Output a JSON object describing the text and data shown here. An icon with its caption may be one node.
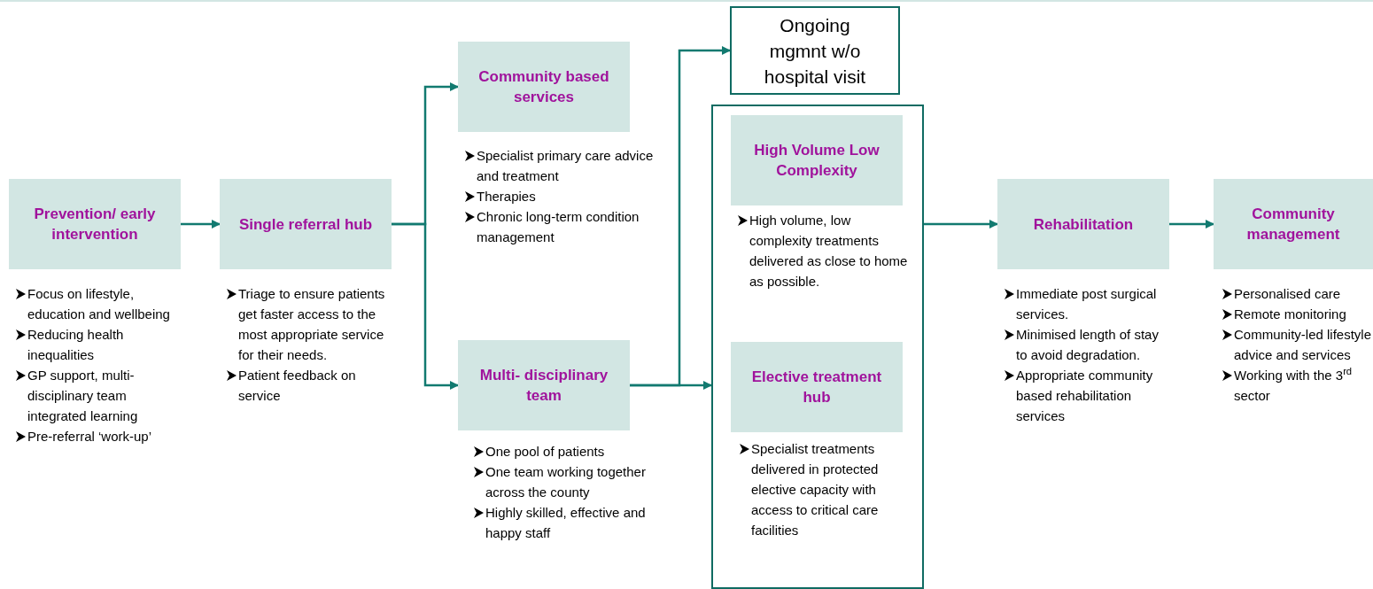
{
  "diagram": {
    "nodes": [
      {
        "text": [
          "Prevention/ early intervention"
        ],
        "beside": [
          "Focus on lifestyle, education and wellbeing",
          "Reducing health inequalities",
          "GP support, multi-disciplinary team integrated learning",
          "Pre-referral ‘work-up’"
        ]
      },
      {
        "text": [
          "Single referral hub"
        ],
        "beside": [
          "Triage to ensure patients get faster access to the most appropriate service for their needs.",
          "Patient feedback on service"
        ]
      },
      {
        "text": [
          "Community based services"
        ],
        "beside": [
          "Specialist primary care advice and treatment",
          "Therapies",
          "Chronic long-term condition management"
        ]
      },
      {
        "text": [
          "Multi- disciplinary team"
        ],
        "beside": [
          "One pool of patients",
          "One team working together across the county",
          "Highly skilled, effective and happy staff"
        ]
      },
      {
        "text": [
          "Ongoing mgmnt w/o hospital visit"
        ]
      },
      {
        "text": [],
        "shape": "box"
      },
      {
        "text": [
          "High Volume Low Complexity"
        ],
        "in": 5,
        "beside": [
          "High volume, low complexity treatments delivered as close to home as possible."
        ]
      },
      {
        "text": [
          "Elective treatment hub"
        ],
        "in": 5,
        "beside": [
          "Specialist treatments delivered in protected elective capacity with access to critical care facilities"
        ]
      },
      {
        "text": [
          "Rehabilitation"
        ],
        "beside": [
          "Immediate post surgical services.",
          "Minimised length of stay to avoid degradation.",
          "Appropriate community based rehabilitation services"
        ]
      },
      {
        "text": [
          "Community management"
        ],
        "beside": [
          "Personalised care",
          "Remote monitoring",
          "Community-led lifestyle advice and services",
          "Working with the 3$^{rd}$ sector"
        ]
      }
    ],
    "edges": [
      {
        "from": 0,
        "to": 1,
        "arrow": "to"
      },
      {
        "from": 1,
        "to": 2,
        "arrow": "to"
      },
      {
        "from": 1,
        "to": 3,
        "arrow": "to"
      },
      {
        "from": 3,
        "to": 4,
        "arrow": "to"
      },
      {
        "from": 3,
        "to": 5,
        "arrow": "to"
      },
      {
        "from": 5,
        "to": 8,
        "arrow": "to"
      },
      {
        "from": 8,
        "to": 9,
        "arrow": "to"
      }
    ]
  }
}
